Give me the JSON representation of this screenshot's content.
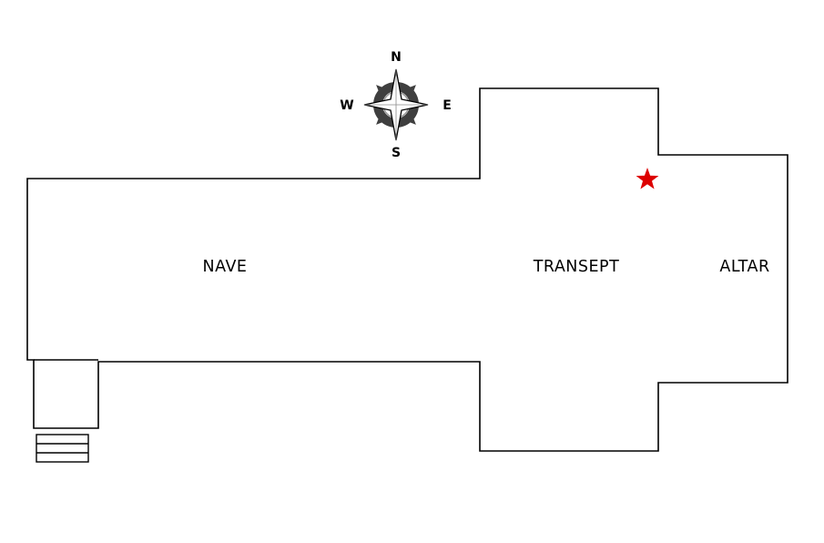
{
  "floorplan": {
    "title": "church-floor-plan",
    "rooms": {
      "nave": "NAVE",
      "transept": "TRANSEPT",
      "altar": "ALTAR"
    },
    "marker": {
      "shape": "star",
      "color": "#dd0000"
    },
    "compass": {
      "north": "N",
      "south": "S",
      "east": "E",
      "west": "W",
      "ring_color": "#3f3f3f"
    },
    "line_color": "#000000"
  }
}
